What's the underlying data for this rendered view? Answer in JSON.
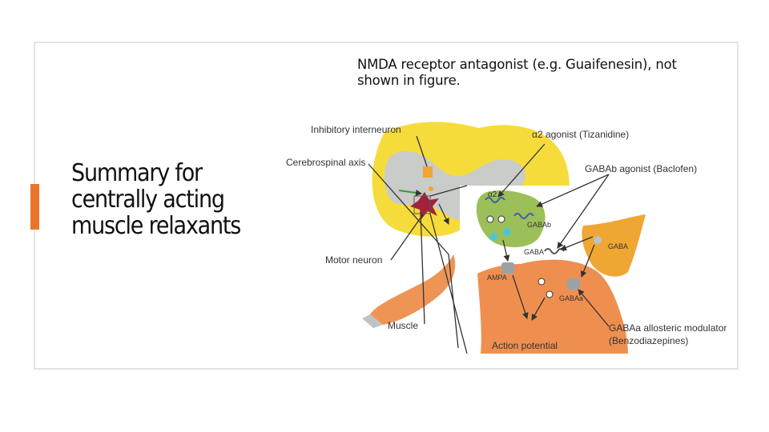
{
  "slide": {
    "title_lines": [
      "Summary for",
      "centrally acting",
      "muscle relaxants"
    ],
    "note_lines": [
      "NMDA receptor antagonist (e.g. Guaifenesin), not",
      "shown in figure."
    ]
  },
  "figure": {
    "labels": {
      "inhibitory_interneuron": "Inhibitory interneuron",
      "cerebrospinal_axis": "Cerebrospinal axis",
      "motor_neuron": "Motor neuron",
      "muscle": "Muscle",
      "alpha2_agonist": "α2 agonist (Tizanidine)",
      "gabab_agonist": "GABAb agonist (Baclofen)",
      "gabaa_modulator_line1": "GABAa allosteric modulator",
      "gabaa_modulator_line2": "(Benzodiazepines)",
      "action_potential": "Action potential",
      "alpha2_receptor": "α2",
      "gabab_receptor": "GABAb",
      "gaba_left": "GABA",
      "gaba_right": "GABA",
      "ampa": "AMPA",
      "gabaa_receptor": "GABAa"
    },
    "colors": {
      "spinal_cord": "#f6dc3a",
      "grey_matter": "#c9ccc9",
      "presynaptic": "#9dbf5a",
      "gaba_neuron": "#f0a632",
      "postsynaptic": "#ef8f4f",
      "muscle": "#ee9556",
      "motor_neuron_star": "#a3213a",
      "arrow": "#333333"
    }
  }
}
